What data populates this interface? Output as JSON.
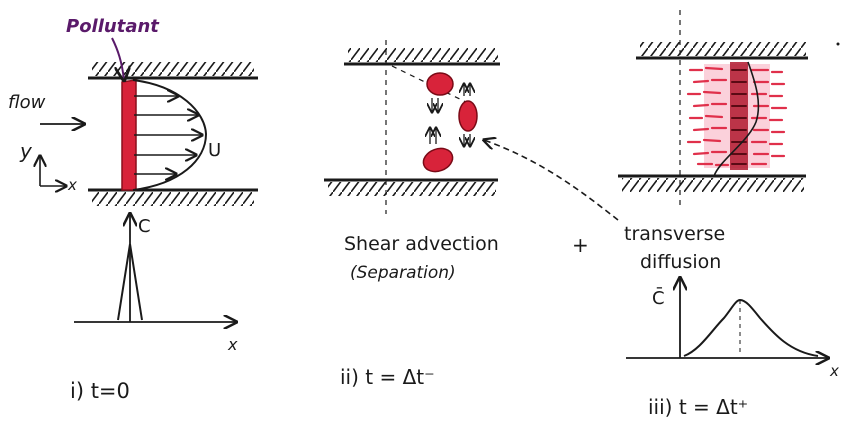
{
  "panel1": {
    "pollutant_label": "Pollutant",
    "flow_label": "flow",
    "y_axis_label": "y",
    "x_axis_label": "x",
    "velocity_label": "U",
    "conc_label": "C",
    "bottom_x_label": "x",
    "caption": "i)  t=0"
  },
  "panel2": {
    "text_line1": "Shear advection",
    "text_line2": "(Separation)",
    "plus": "+",
    "caption": "ii)  t = Δt⁻"
  },
  "panel3": {
    "text_line1": "transverse",
    "text_line2": "diffusion",
    "conc_label": "C̄",
    "x_axis_label": "x",
    "caption": "iii)  t = Δt⁺"
  },
  "colors": {
    "ink": "#1a1a1a",
    "pollutant_red": "#d8233a",
    "pollutant_pink": "#f06e8c",
    "label_purple": "#5a1a6a"
  }
}
